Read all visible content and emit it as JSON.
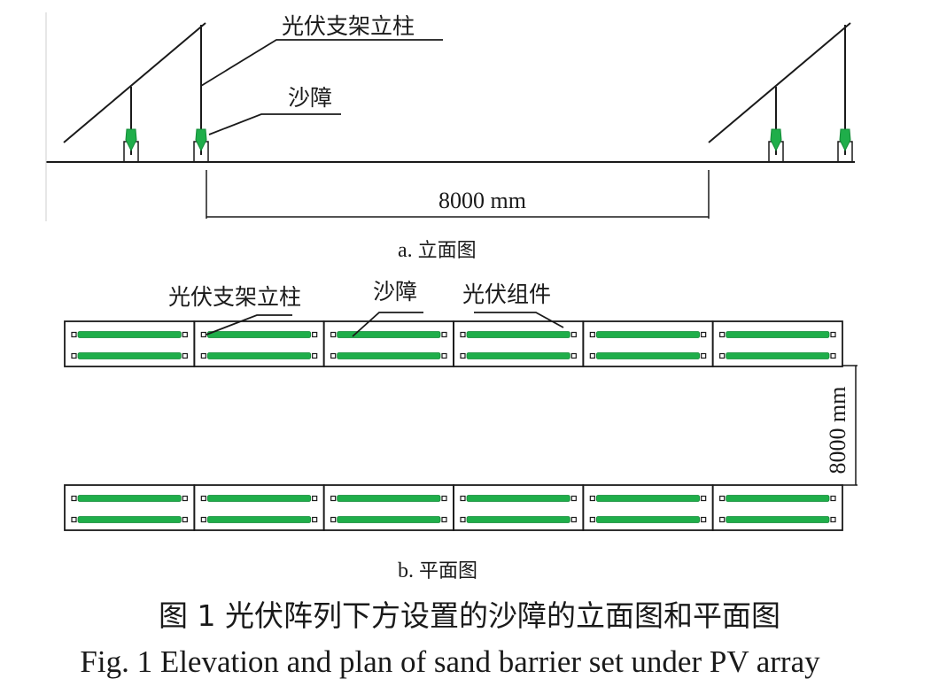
{
  "elevation": {
    "label_post": "光伏支架立柱",
    "label_barrier": "沙障",
    "dimension": "8000 mm",
    "subtitle_prefix": "a.",
    "subtitle_text": "立面图"
  },
  "plan": {
    "label_post": "光伏支架立柱",
    "label_barrier": "沙障",
    "label_module": "光伏组件",
    "dimension": "8000 mm",
    "subtitle_prefix": "b.",
    "subtitle_text": "平面图",
    "rows": 2,
    "panels_per_row": 6,
    "barriers_per_panel": 2
  },
  "caption": {
    "zh": "图 1  光伏阵列下方设置的沙障的立面图和平面图",
    "en": "Fig. 1  Elevation and plan of sand barrier set under PV array"
  },
  "colors": {
    "line": "#1a1a1a",
    "barrier": "#1fae4a"
  }
}
